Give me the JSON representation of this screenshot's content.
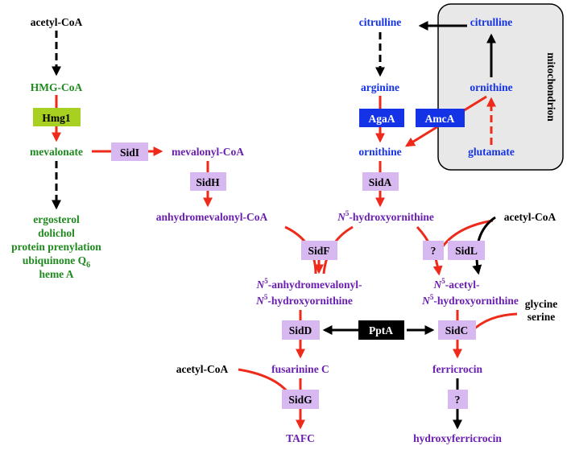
{
  "colors": {
    "black": "#000000",
    "green": "#1f8a1f",
    "purple": "#6a1fb0",
    "blue": "#1432e6",
    "red_arrow": "#ee2a1a",
    "enzyme_purple": "#d8b8f0",
    "enzyme_green": "#a8d020",
    "enzyme_blue": "#1432e6",
    "enzyme_black": "#000000",
    "mito_fill": "#e8e8e8"
  },
  "compartment": {
    "label": "mitochondrion"
  },
  "metabolites": {
    "acetyl_coa_top": "acetyl-CoA",
    "hmg_coa": "HMG-CoA",
    "mevalonate": "mevalonate",
    "ergosterol": "ergosterol",
    "dolichol": "dolichol",
    "protein_prenylation": "protein prenylation",
    "ubiquinone": "ubiquinone Q",
    "ubiquinone_sub": "6",
    "heme_a": "heme A",
    "mevalonyl_coa": "mevalonyl-CoA",
    "anhydromevalonyl_coa": "anhydromevalonyl-CoA",
    "citrulline_cyto": "citrulline",
    "citrulline_mito": "citrulline",
    "arginine": "arginine",
    "ornithine_mito": "ornithine",
    "ornithine_cyto": "ornithine",
    "glutamate": "glutamate",
    "n5_prefix": "N",
    "n5_sup": "5",
    "n5_hydroxyornithine_tail": "-hydroxyornithine",
    "acetyl_coa_right": "acetyl-CoA",
    "anhydro_line1_tail": "-anhydromevalonyl-",
    "anhydro_line2_tail": "-hydroxyornithine",
    "acetyl_line1_tail": "-acetyl-",
    "acetyl_line2_tail": "-hydroxyornithine",
    "glycine": "glycine",
    "serine": "serine",
    "fusarinine_c": "fusarinine C",
    "ferricrocin": "ferricrocin",
    "acetyl_coa_left": "acetyl-CoA",
    "tafc": "TAFC",
    "hydroxyferricrocin": "hydroxyferricrocin"
  },
  "enzymes": {
    "hmg1": "Hmg1",
    "sidI": "SidI",
    "sidH": "SidH",
    "agaA": "AgaA",
    "amcA": "AmcA",
    "sidA": "SidA",
    "sidF": "SidF",
    "unknown1": "?",
    "sidL": "SidL",
    "sidD": "SidD",
    "pptA": "PptA",
    "sidC": "SidC",
    "sidG": "SidG",
    "unknown2": "?"
  }
}
